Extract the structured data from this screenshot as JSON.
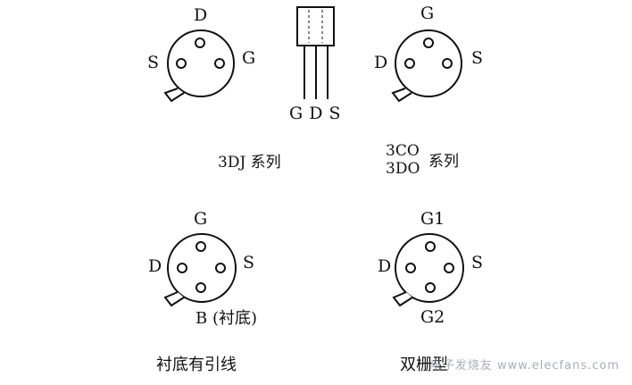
{
  "pkg_3dj": {
    "top": "D",
    "left": "S",
    "right": "G",
    "caption": "3DJ 系列"
  },
  "pkg_to92": {
    "pins": "G D S"
  },
  "pkg_3co": {
    "top": "G",
    "left": "D",
    "right": "S",
    "caption_line1": "3CO",
    "caption_line2": "3DO",
    "caption_suffix": "系列"
  },
  "pkg_sub": {
    "top": "G",
    "left": "D",
    "right": "S",
    "bottom": "B (衬底)",
    "caption": "衬底有引线"
  },
  "pkg_dual": {
    "top": "G1",
    "left": "D",
    "right": "S",
    "bottom": "G2",
    "caption": "双栅型"
  },
  "watermark": "电子发烧友 www.elecfans.com"
}
